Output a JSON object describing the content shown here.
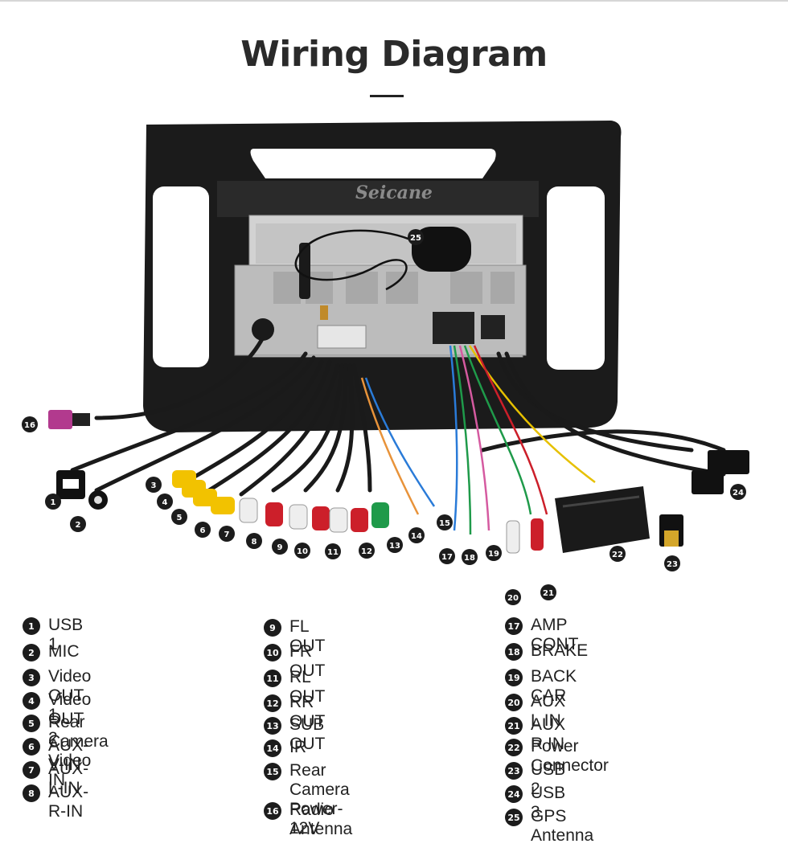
{
  "title": "Wiring Diagram",
  "brand_logo": "Seicane",
  "colors": {
    "frame": "#1a1a1a",
    "unit": "#c9c9c9",
    "rca_yellow": "#f2c200",
    "rca_red": "#cc1f2a",
    "rca_white": "#eeeeee",
    "rca_green": "#1f9a4a",
    "badge": "#1c1c1c"
  },
  "callouts": [
    "1",
    "2",
    "3",
    "4",
    "5",
    "6",
    "7",
    "8",
    "9",
    "10",
    "11",
    "12",
    "13",
    "14",
    "15",
    "16",
    "17",
    "18",
    "19",
    "20",
    "21",
    "22",
    "23",
    "24",
    "25"
  ],
  "legend": [
    {
      "num": "1",
      "label": "USB 1"
    },
    {
      "num": "2",
      "label": "MIC"
    },
    {
      "num": "3",
      "label": "Video OUT 1"
    },
    {
      "num": "4",
      "label": "Video OUT 2"
    },
    {
      "num": "5",
      "label": "Rear Camera Video IN"
    },
    {
      "num": "6",
      "label": "AUX-V-IN"
    },
    {
      "num": "7",
      "label": "AUX-L-IN"
    },
    {
      "num": "8",
      "label": "AUX-R-IN"
    },
    {
      "num": "9",
      "label": "FL OUT"
    },
    {
      "num": "10",
      "label": "FR OUT"
    },
    {
      "num": "11",
      "label": "RL OUT"
    },
    {
      "num": "12",
      "label": "RR OUT"
    },
    {
      "num": "13",
      "label": "SUB OUT"
    },
    {
      "num": "14",
      "label": "IR"
    },
    {
      "num": "15",
      "label": "Rear Camera\nPower-12V"
    },
    {
      "num": "16",
      "label": "Radio Antenna"
    },
    {
      "num": "17",
      "label": "AMP CONT"
    },
    {
      "num": "18",
      "label": "BRAKE"
    },
    {
      "num": "19",
      "label": "BACK CAR"
    },
    {
      "num": "20",
      "label": "AUX L IN"
    },
    {
      "num": "21",
      "label": "AUX R IN"
    },
    {
      "num": "22",
      "label": "Power Connector"
    },
    {
      "num": "23",
      "label": "USB 2"
    },
    {
      "num": "24",
      "label": "USB 3"
    },
    {
      "num": "25",
      "label": "GPS Antenna"
    }
  ]
}
